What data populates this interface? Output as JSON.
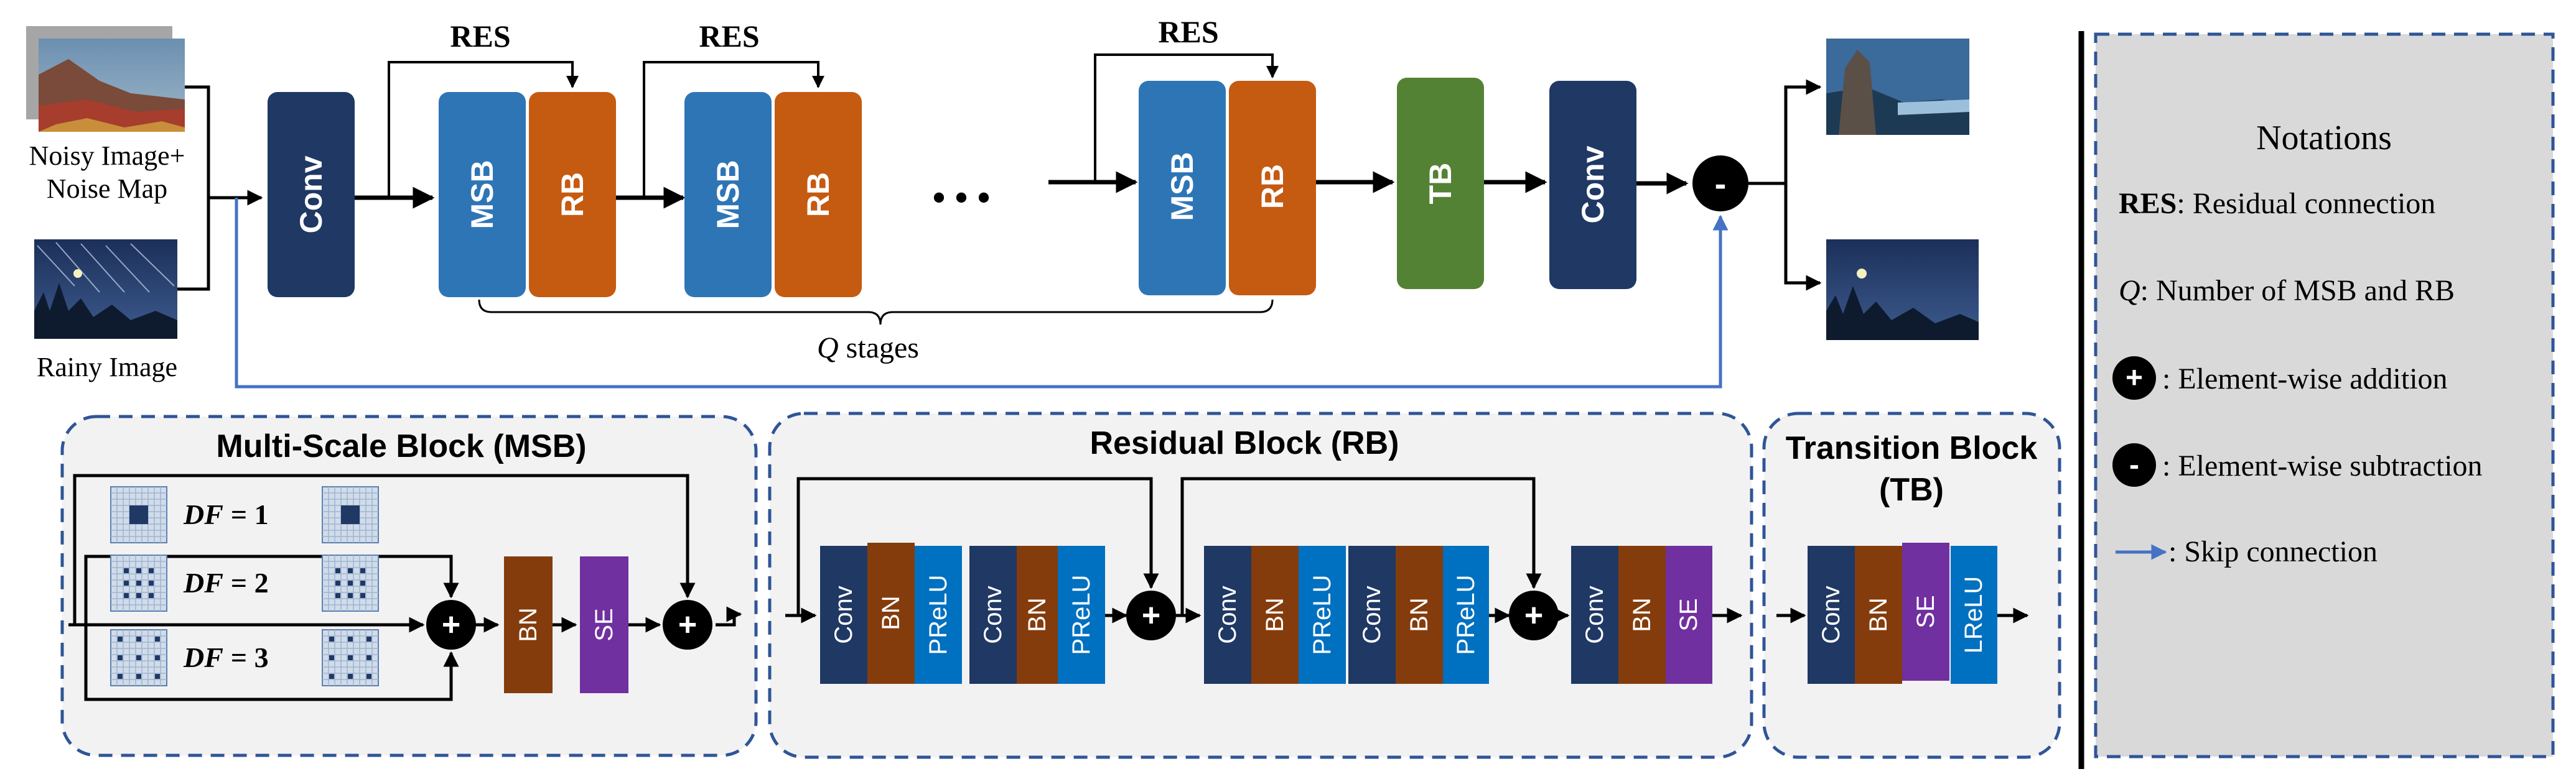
{
  "top": {
    "inputs": {
      "noisy_label_line1": "Noisy Image+",
      "noisy_label_line2": "Noise Map",
      "rainy_label": "Rainy Image"
    },
    "blocks": {
      "conv": "Conv",
      "msb": "MSB",
      "rb": "RB",
      "tb": "TB",
      "res": "RES",
      "ellipsis": "•   •   •",
      "minus": "-"
    },
    "stages_q": "Q",
    "stages_text": " stages"
  },
  "msb": {
    "title": "Multi-Scale Block (MSB)",
    "df_prefix": "DF",
    "df_values": [
      "= 1",
      "= 2",
      "= 3"
    ],
    "bn": "BN",
    "se": "SE",
    "plus": "+"
  },
  "rb": {
    "title": "Residual Block (RB)",
    "conv": "Conv",
    "bn": "BN",
    "prelu": "PReLU",
    "se": "SE",
    "plus": "+"
  },
  "tb": {
    "title_line1": "Transition Block",
    "title_line2": "(TB)",
    "conv": "Conv",
    "bn": "BN",
    "se": "SE",
    "lrelu": "LReLU"
  },
  "notations": {
    "title": "Notations",
    "res_key": "RES",
    "res_desc": ": Residual connection",
    "q_key": "Q",
    "q_desc": ": Number of MSB and RB",
    "plus_symbol": "+",
    "plus_desc": ": Element-wise addition",
    "minus_symbol": "-",
    "minus_desc": ": Element-wise subtraction",
    "skip_desc": ": Skip connection"
  },
  "colors": {
    "conv": "#1f3864",
    "msb": "#2e75b6",
    "rb": "#c55a11",
    "tb": "#548235",
    "bn": "#843c0c",
    "se": "#7030a0",
    "prelu": "#0070c0",
    "skip": "#4472c4",
    "panel_fill": "#f2f2f2",
    "panel_border": "#2f5597",
    "notation_fill": "#d9d9d9"
  }
}
